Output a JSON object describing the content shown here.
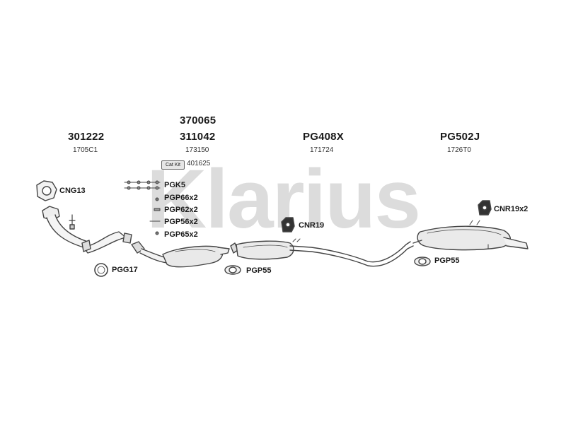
{
  "watermark": {
    "text": "Klarius",
    "color": "#d9d9d9"
  },
  "columns": [
    {
      "main_code": "301222",
      "sub_code": "1705C1"
    },
    {
      "extra_code": "370065",
      "main_code": "311042",
      "sub_code": "173150"
    },
    {
      "main_code": "PG408X",
      "sub_code": "171724"
    },
    {
      "main_code": "PG502J",
      "sub_code": "1726T0"
    }
  ],
  "cat_kit": {
    "badge": "Cat Kit",
    "code": "401625"
  },
  "parts": {
    "cng13": "CNG13",
    "pgk5": "PGK5",
    "pgp66": "PGP66x2",
    "pgp62": "PGP62x2",
    "pgp56": "PGP56x2",
    "pgp65": "PGP65x2",
    "pgg17": "PGG17",
    "pgp55_left": "PGP55",
    "cnr19": "CNR19",
    "cnr19x2": "CNR19x2",
    "pgp55_right": "PGP55"
  }
}
